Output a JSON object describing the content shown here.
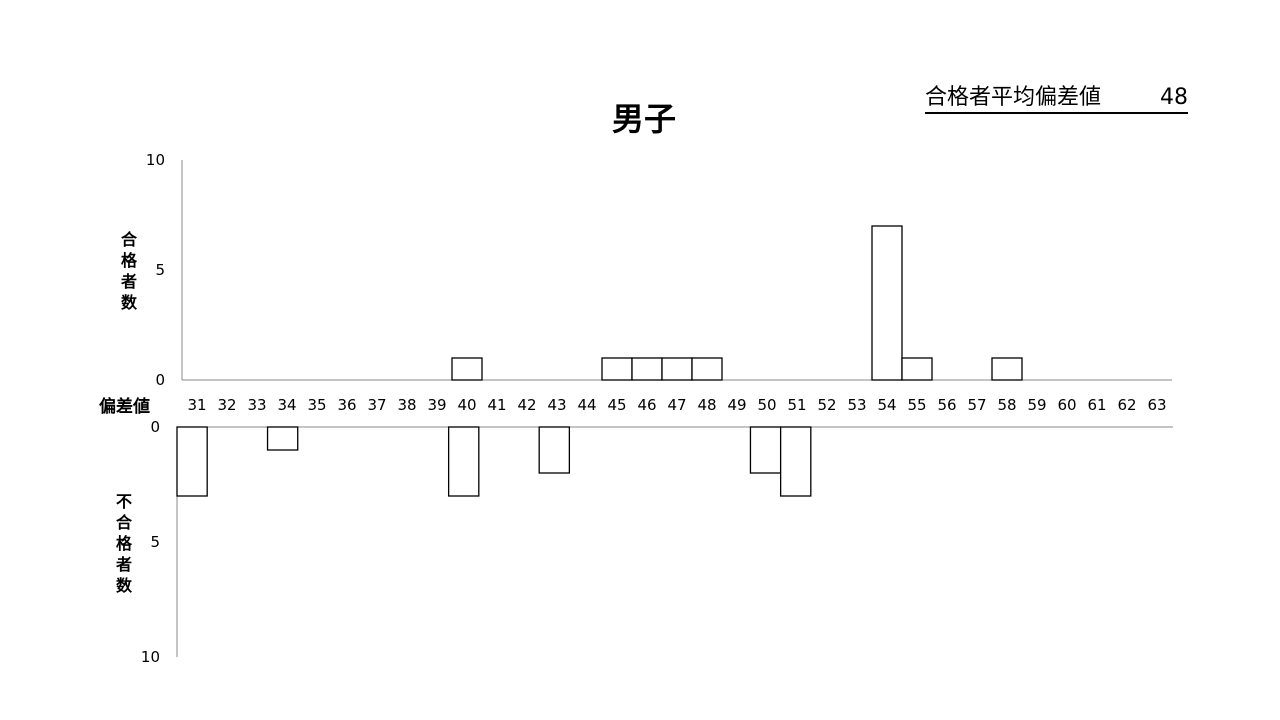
{
  "chart_data": {
    "type": "bar",
    "title": "男子",
    "summary": {
      "label": "合格者平均偏差値",
      "value": "48"
    },
    "xlabel": "偏差値",
    "categories": [
      "31",
      "32",
      "33",
      "34",
      "35",
      "36",
      "37",
      "38",
      "39",
      "40",
      "41",
      "42",
      "43",
      "44",
      "45",
      "46",
      "47",
      "48",
      "49",
      "50",
      "51",
      "52",
      "53",
      "54",
      "55",
      "56",
      "57",
      "58",
      "59",
      "60",
      "61",
      "62",
      "63"
    ],
    "upper": {
      "ylabel": "合格者数",
      "ylim": [
        0,
        10
      ],
      "yticks": [
        "0",
        "5",
        "10"
      ],
      "values": [
        0,
        0,
        0,
        0,
        0,
        0,
        0,
        0,
        0,
        1,
        0,
        0,
        0,
        0,
        1,
        1,
        1,
        1,
        0,
        0,
        0,
        0,
        0,
        7,
        1,
        0,
        0,
        1,
        0,
        0,
        0,
        0,
        0
      ]
    },
    "lower": {
      "ylabel": "不合格者数",
      "ylim": [
        0,
        10
      ],
      "yticks": [
        "0",
        "5",
        "10"
      ],
      "direction": "downward",
      "values": [
        3,
        0,
        0,
        1,
        0,
        0,
        0,
        0,
        0,
        3,
        0,
        0,
        2,
        0,
        0,
        0,
        0,
        0,
        0,
        2,
        3,
        0,
        0,
        0,
        0,
        0,
        0,
        0,
        0,
        0,
        0,
        0,
        0
      ]
    },
    "grid": false,
    "legend": "none"
  }
}
